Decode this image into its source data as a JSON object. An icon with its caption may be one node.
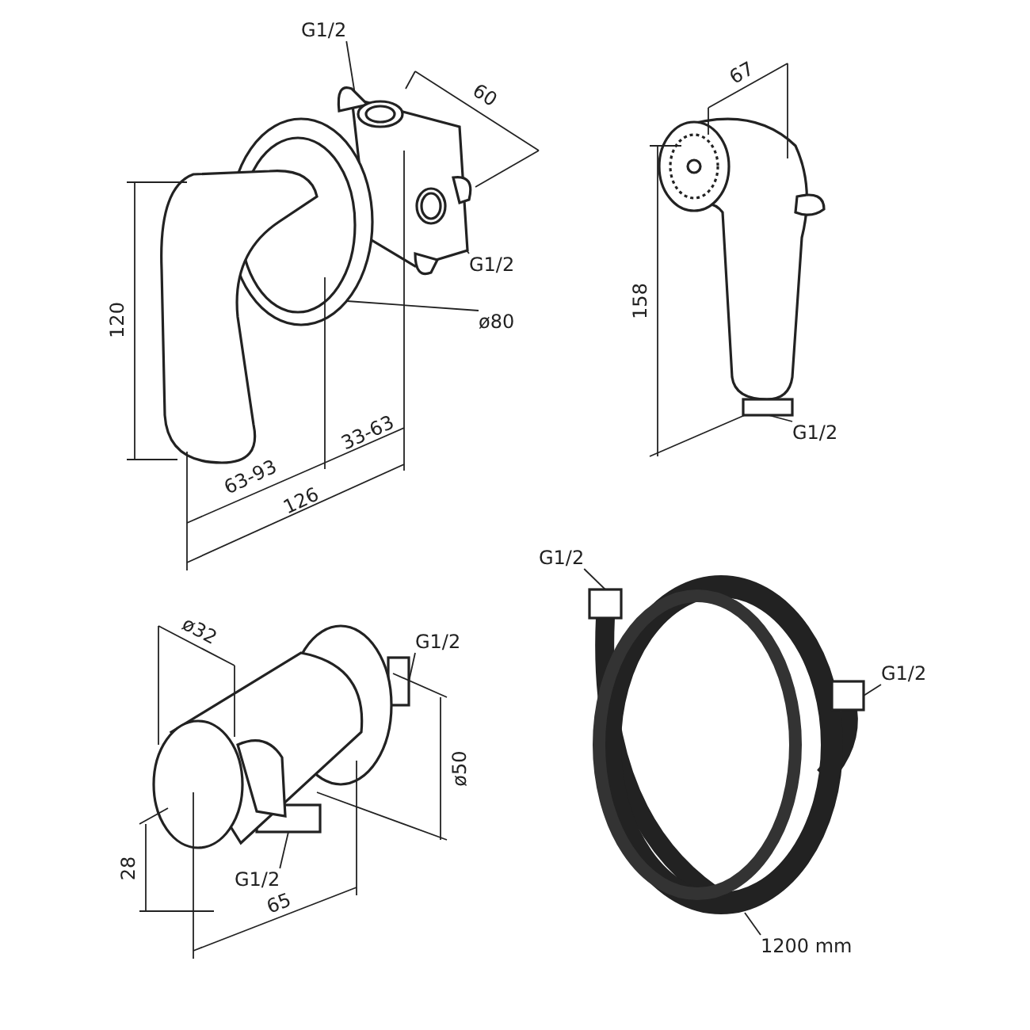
{
  "diagram": {
    "nodes": [
      {
        "text": [],
        "shape": "picture"
      },
      {
        "text": [
          "G1/2"
        ]
      },
      {
        "text": [
          "G1/2"
        ]
      },
      {
        "text": [
          "ø80"
        ]
      },
      {
        "text": [],
        "shape": "picture"
      },
      {
        "text": [
          "G1/2"
        ]
      },
      {
        "text": [],
        "shape": "picture"
      },
      {
        "text": [
          "G1/2"
        ]
      },
      {
        "text": [
          "G1/2"
        ]
      },
      {
        "text": [],
        "shape": "picture"
      },
      {
        "text": [
          "G1/2"
        ]
      },
      {
        "text": [
          "G1/2"
        ]
      },
      {
        "text": [
          "1200 mm"
        ]
      }
    ],
    "edges": [
      {
        "from": 1,
        "to": 0,
        "arrow": "none"
      },
      {
        "from": 2,
        "to": 0,
        "arrow": "none"
      },
      {
        "from": 3,
        "to": 0,
        "arrow": "none"
      },
      {
        "from": 5,
        "to": 4,
        "arrow": "none"
      },
      {
        "from": 7,
        "to": 6,
        "arrow": "none"
      },
      {
        "from": 8,
        "to": 6,
        "arrow": "none"
      },
      {
        "from": 10,
        "to": 9,
        "arrow": "none"
      },
      {
        "from": 11,
        "to": 9,
        "arrow": "none"
      },
      {
        "from": 12,
        "to": 9,
        "arrow": "none"
      }
    ],
    "labels": [
      "67",
      "60",
      "158",
      "120",
      "33-63",
      "63-93",
      "126",
      "ø32",
      "ø50",
      "28",
      "65"
    ]
  }
}
